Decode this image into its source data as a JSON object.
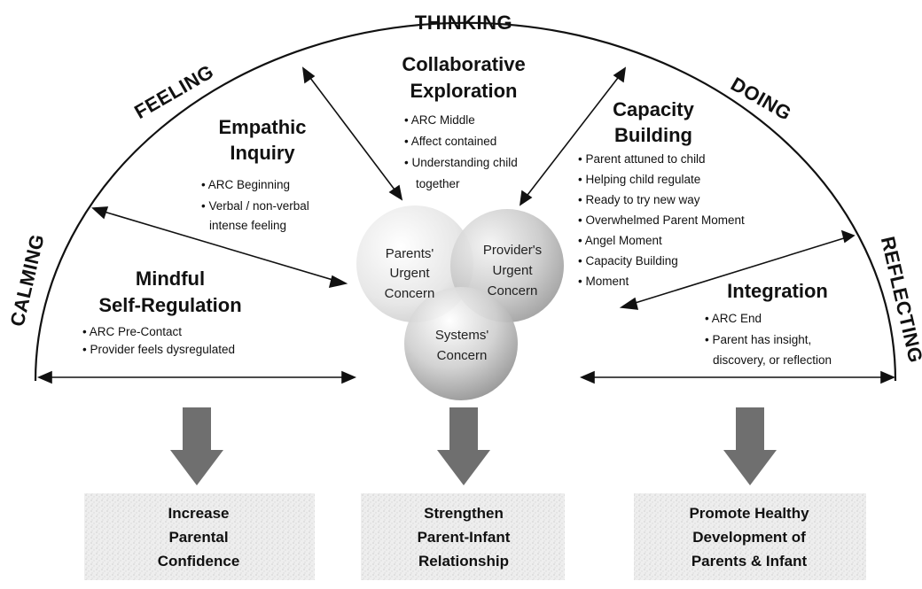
{
  "zones": {
    "calming": "CALMING",
    "feeling": "FEELING",
    "thinking": "THINKING",
    "doing": "DOING",
    "reflecting": "REFLECTING"
  },
  "stages": {
    "mindful": {
      "title": [
        "Mindful",
        "Self-Regulation"
      ],
      "bullets": [
        "• ARC Pre-Contact",
        "• Provider feels dysregulated"
      ]
    },
    "empathic": {
      "title": [
        "Empathic",
        "Inquiry"
      ],
      "bullets": [
        "• ARC Beginning",
        "• Verbal / non-verbal",
        "intense feeling"
      ]
    },
    "collaborative": {
      "title": [
        "Collaborative",
        "Exploration"
      ],
      "bullets": [
        "• ARC Middle",
        "• Affect contained",
        "• Understanding child",
        "together"
      ]
    },
    "capacity": {
      "title": [
        "Capacity",
        "Building"
      ],
      "bullets": [
        "• Parent attuned to child",
        "• Helping child regulate",
        "• Ready to try new way",
        "• Overwhelmed Parent Moment",
        "• Angel Moment",
        "• Capacity Building",
        "• Moment"
      ]
    },
    "integration": {
      "title": [
        "Integration"
      ],
      "bullets": [
        "• ARC End",
        "• Parent has insight,",
        "discovery, or reflection"
      ]
    }
  },
  "circles": {
    "parents": [
      "Parents'",
      "Urgent",
      "Concern"
    ],
    "provider": [
      "Provider's",
      "Urgent",
      "Concern"
    ],
    "systems": [
      "Systems'",
      "Concern"
    ]
  },
  "outcomes": [
    [
      "Increase",
      "Parental",
      "Confidence"
    ],
    [
      "Strengthen",
      "Parent-Infant",
      "Relationship"
    ],
    [
      "Promote Healthy",
      "Development of",
      "Parents & Infant"
    ]
  ],
  "colors": {
    "ink": "#111111",
    "arrow_gray": "#6f6f6f",
    "box_fill": "#ececec",
    "circle_light": "#f2f2f2",
    "circle_dark": "#9a9a9a"
  }
}
